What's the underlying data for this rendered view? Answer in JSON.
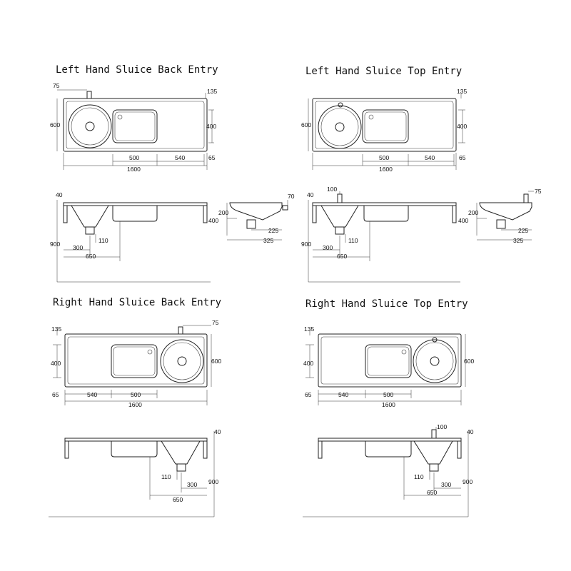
{
  "panels": {
    "lh_back": {
      "title": "Left Hand Sluice Back Entry",
      "plan": {
        "tap": "75",
        "corner": "135",
        "depth": "600",
        "bowl_depth": "400",
        "bowl_w": "500",
        "drainer_w": "540",
        "edge": "65",
        "length": "1600"
      },
      "elev": {
        "top": "40",
        "entry": "70",
        "height": "900",
        "bowl": "200",
        "depth": "400",
        "outlet_w": "110",
        "outlet_offset": "300",
        "bowl_offset": "650",
        "side_a": "225",
        "side_b": "325"
      }
    },
    "lh_top": {
      "title": "Left Hand Sluice Top Entry",
      "plan": {
        "corner": "135",
        "depth": "600",
        "bowl_depth": "400",
        "bowl_w": "500",
        "drainer_w": "540",
        "edge": "65",
        "length": "1600"
      },
      "elev": {
        "tap": "100",
        "top": "40",
        "entry": "75",
        "height": "900",
        "bowl": "200",
        "depth": "400",
        "outlet_w": "110",
        "outlet_offset": "300",
        "bowl_offset": "650",
        "side_a": "225",
        "side_b": "325"
      }
    },
    "rh_back": {
      "title": "Right Hand Sluice Back Entry",
      "plan": {
        "tap": "75",
        "corner": "135",
        "depth": "600",
        "bowl_depth": "400",
        "drainer_w": "540",
        "bowl_w": "500",
        "edge": "65",
        "length": "1600"
      },
      "elev": {
        "top": "40",
        "height": "900",
        "outlet_w": "110",
        "outlet_offset": "300",
        "bowl_offset": "650"
      }
    },
    "rh_top": {
      "title": "Right Hand Sluice Top Entry",
      "plan": {
        "corner": "135",
        "depth": "600",
        "bowl_depth": "400",
        "drainer_w": "540",
        "bowl_w": "500",
        "edge": "65",
        "length": "1600"
      },
      "elev": {
        "tap": "100",
        "top": "40",
        "height": "900",
        "outlet_w": "110",
        "outlet_offset": "300",
        "bowl_offset": "650"
      }
    }
  }
}
